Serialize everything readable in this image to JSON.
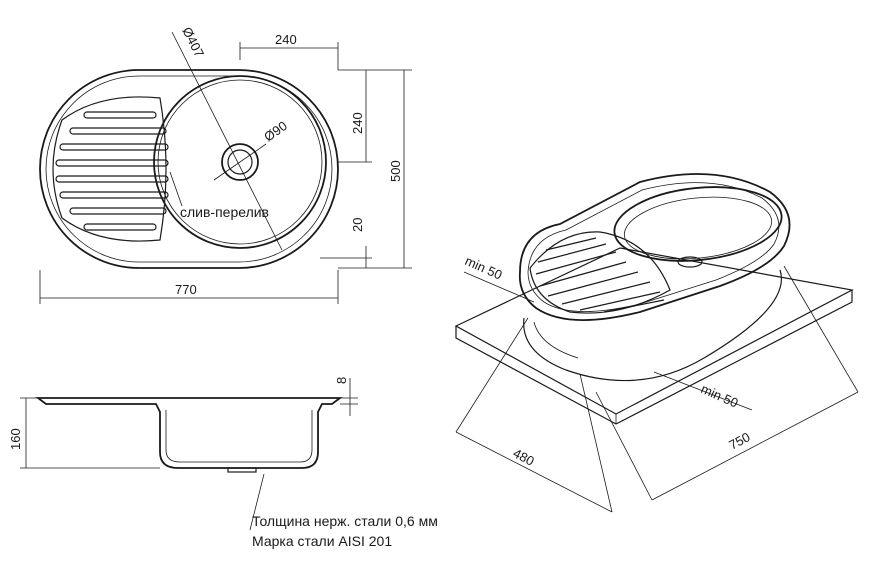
{
  "top_view": {
    "dim_width": "770",
    "dim_height": "500",
    "dim_bowl_width": "240",
    "dim_bowl_height": "240",
    "dim_edge": "20",
    "dim_diameter_bowl": "Ø407",
    "dim_diameter_drain": "Ø90",
    "label_overflow": "слив-перелив"
  },
  "side_view": {
    "dim_depth": "160",
    "dim_rim": "8"
  },
  "iso_view": {
    "dim_min_left": "min 50",
    "dim_min_right": "min 50",
    "dim_cutout_depth": "480",
    "dim_cutout_width": "750"
  },
  "notes": {
    "line1": "Толщина нерж. стали 0,6 мм",
    "line2": "Марка стали AISI 201"
  }
}
